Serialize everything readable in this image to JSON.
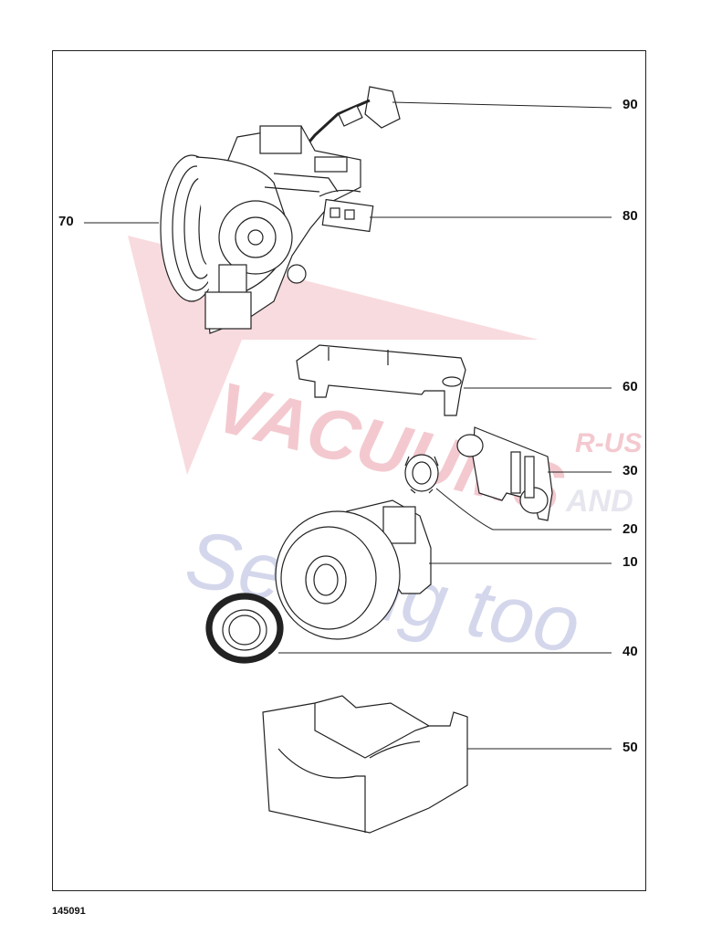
{
  "document_id": "145091",
  "callouts": {
    "c90": "90",
    "c80": "80",
    "c70": "70",
    "c60": "60",
    "c30": "30",
    "c20": "20",
    "c10": "10",
    "c40": "40",
    "c50": "50"
  },
  "watermark": {
    "line1": "VACUUMS",
    "line2": "Sewing too",
    "line3": "R-US",
    "line4": "AND",
    "colors": {
      "red": "#f3c9cf",
      "blue": "#d2d5ea"
    }
  },
  "parts": [
    {
      "ref": "90",
      "name": "plug-icon"
    },
    {
      "ref": "80",
      "name": "connector-icon"
    },
    {
      "ref": "70",
      "name": "cord-reel-icon"
    },
    {
      "ref": "60",
      "name": "bracket-icon"
    },
    {
      "ref": "30",
      "name": "clip-holder-icon"
    },
    {
      "ref": "20",
      "name": "small-gear-icon"
    },
    {
      "ref": "10",
      "name": "motor-icon"
    },
    {
      "ref": "40",
      "name": "ring-gasket-icon"
    },
    {
      "ref": "50",
      "name": "motor-cradle-icon"
    }
  ]
}
